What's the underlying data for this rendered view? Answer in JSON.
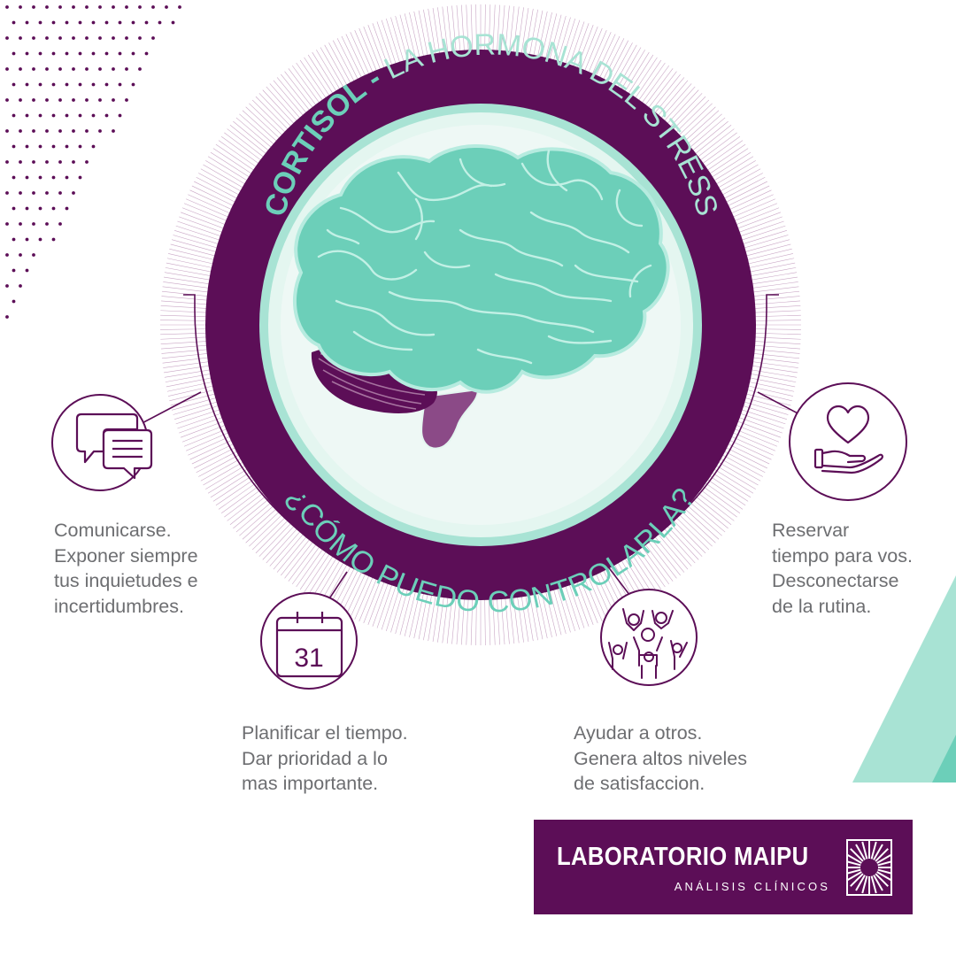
{
  "title": {
    "part1": "CORTISOL -",
    "part2": " LA HORMONA DEL STRESS"
  },
  "question": "¿CÓMO PUEDO CONTROLARLA?",
  "tips": [
    {
      "icon": "chat-bubbles-icon",
      "lines": [
        "Comunicarse.",
        "Exponer siempre",
        "tus inquietudes e",
        "incertidumbres."
      ]
    },
    {
      "icon": "calendar-icon",
      "calendar_day": "31",
      "lines": [
        "Planificar el tiempo.",
        "Dar prioridad a lo",
        "mas importante."
      ]
    },
    {
      "icon": "people-group-icon",
      "lines": [
        "Ayudar a otros.",
        "Genera altos niveles",
        "de satisfaccion."
      ]
    },
    {
      "icon": "heart-hand-icon",
      "lines": [
        "Reservar",
        "tiempo para vos.",
        "Desconectarse",
        "de la rutina."
      ]
    }
  ],
  "brand": {
    "name": "LABORATORIO MAIPU",
    "subtitle": "ANÁLISIS CLÍNICOS",
    "logo_icon": "sunburst-logo-icon"
  },
  "colors": {
    "purple": "#5c0e57",
    "teal": "#6ccfb9",
    "light_teal": "#a8e3d4",
    "text_gray": "#6d6e71"
  }
}
